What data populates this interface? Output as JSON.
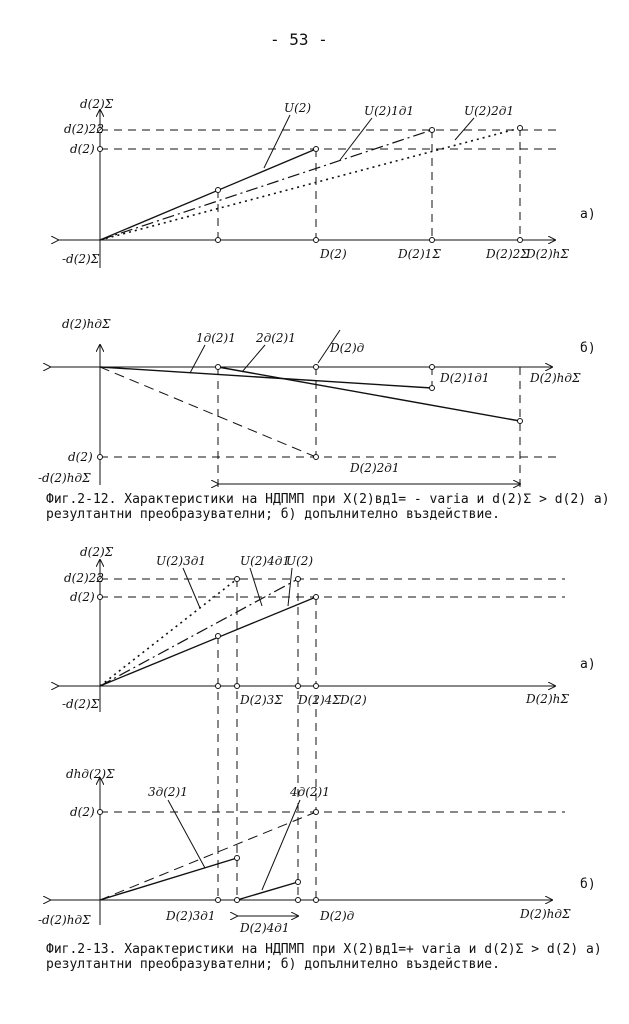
{
  "page_number": "- 53 -",
  "figures": {
    "fig12": {
      "caption": "Фиг.2-12. Характеристики на НДПМП при X(2)вд1= - varia и d(2)Σ > d(2) а) резултантни преобразувателни; б) допълнително въздействие.",
      "panel_a": {
        "label": "а)",
        "yaxis_label": "d(2)Σ",
        "ytick_d22": "d(2)22",
        "ytick_d": "d(2)",
        "ytick_neg": "-d(2)Σ",
        "xaxis_label": "D(2)hΣ",
        "x_labels": [
          "D(2)",
          "D(2)1Σ",
          "D(2)2Σ"
        ],
        "curve_labels": [
          "U(2)",
          "U(2)1д1",
          "U(2)2д1"
        ]
      },
      "panel_b": {
        "label": "б)",
        "yaxis_label": "d(2)hдΣ",
        "ytick_d": "d(2)",
        "ytick_neg": "-d(2)hдΣ",
        "xaxis_label": "D(2)hдΣ",
        "x_labels": [
          "D(2)д",
          "D(2)1д1",
          "D(2)2д1"
        ],
        "curve_labels": [
          "1д(2)1",
          "2д(2)1"
        ]
      }
    },
    "fig13": {
      "caption": "Фиг.2-13. Характеристики на НДПМП при X(2)вд1=+ varia и d(2)Σ > d(2) а) резултантни преобразувателни; б) допълнително въздействие.",
      "panel_a": {
        "label": "а)",
        "yaxis_label": "d(2)Σ",
        "ytick_d22": "d(2)22",
        "ytick_d": "d(2)",
        "ytick_neg": "-d(2)Σ",
        "xaxis_label": "D(2)hΣ",
        "x_labels": [
          "D(2)3Σ",
          "D(2)4Σ",
          "D(2)"
        ],
        "curve_labels": [
          "U(2)3д1",
          "U(2)4д1",
          "U(2)"
        ]
      },
      "panel_b": {
        "label": "б)",
        "yaxis_label": "dhд(2)Σ",
        "ytick_d": "d(2)",
        "ytick_neg": "-d(2)hдΣ",
        "xaxis_label": "D(2)hдΣ",
        "x_labels": [
          "D(2)3д1",
          "D(2)4д1",
          "D(2)д"
        ],
        "curve_labels": [
          "3д(2)1",
          "4д(2)1"
        ]
      }
    }
  }
}
